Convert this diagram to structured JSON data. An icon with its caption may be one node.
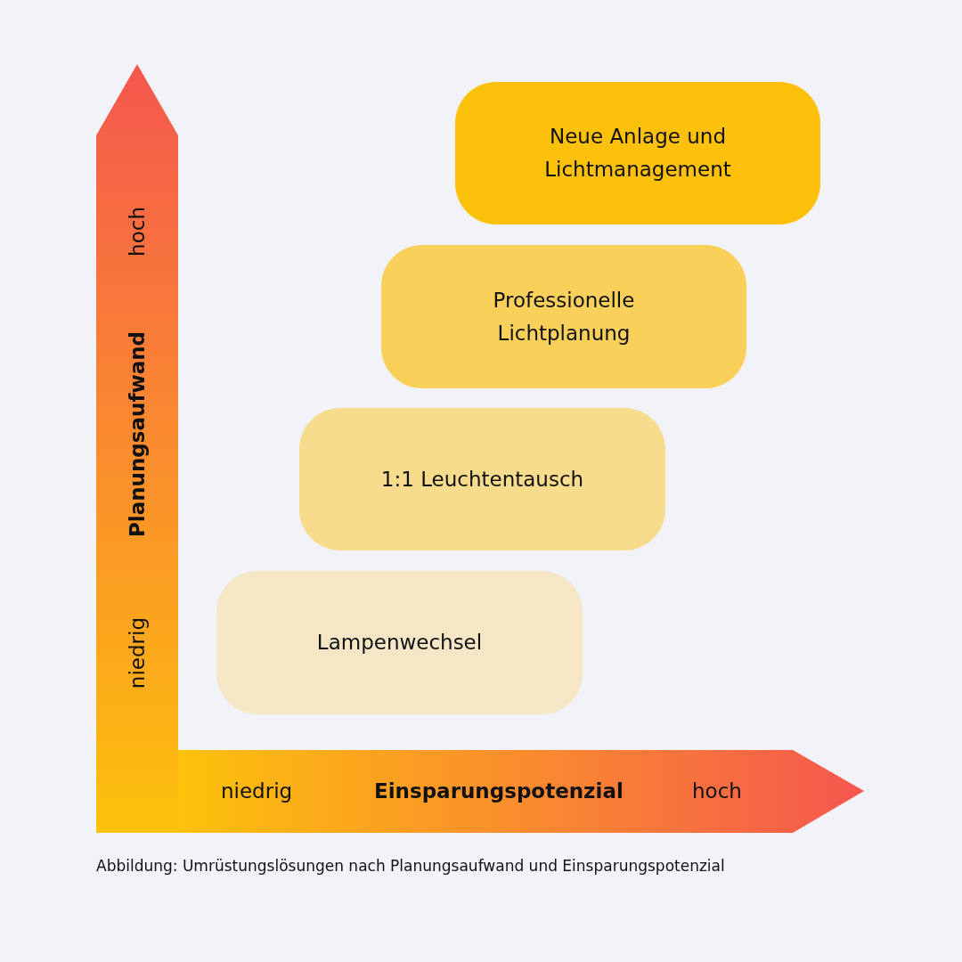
{
  "diagram": {
    "caption": "Abbildung: Umrüstungslösungen nach Planungsaufwand und Einsparungspotenzial",
    "nodes": [
      {
        "text": [
          "Neue Anlage und Lichtmanagement"
        ]
      },
      {
        "text": [
          "Professionelle Lichtplanung"
        ]
      },
      {
        "text": [
          "1:1 Leuchtentausch"
        ]
      },
      {
        "text": [
          "Lampenwechsel"
        ]
      }
    ],
    "labels": [
      "hoch",
      "Planungsaufwand",
      "niedrig",
      "niedrig",
      "Einsparungspotenzial",
      "hoch"
    ]
  }
}
